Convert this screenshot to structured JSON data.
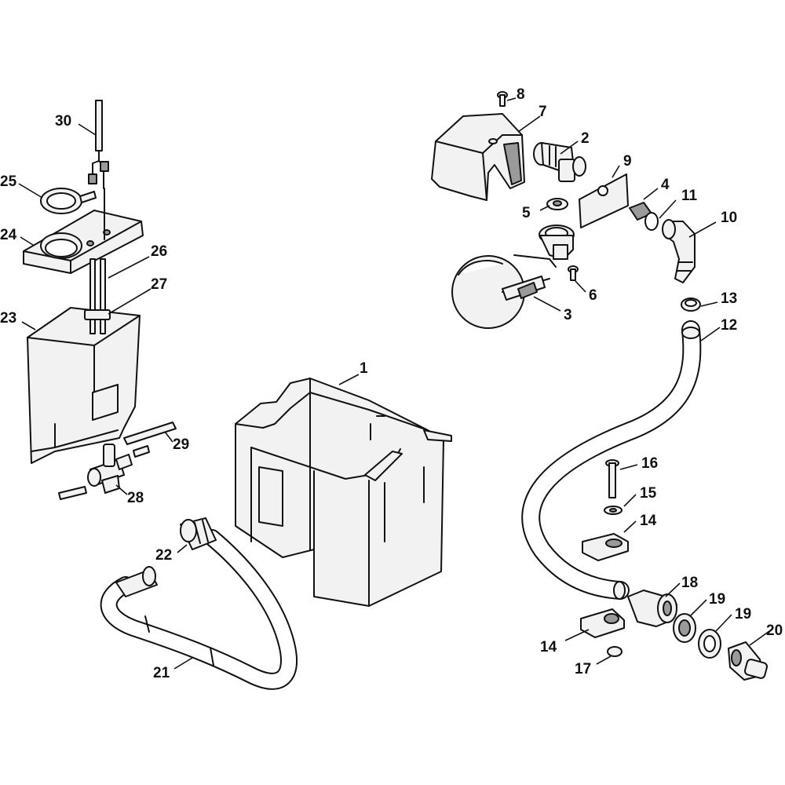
{
  "callouts": [
    {
      "id": "c1",
      "label": "1"
    },
    {
      "id": "c2",
      "label": "2"
    },
    {
      "id": "c3",
      "label": "3"
    },
    {
      "id": "c4",
      "label": "4"
    },
    {
      "id": "c5",
      "label": "5"
    },
    {
      "id": "c6",
      "label": "6"
    },
    {
      "id": "c7",
      "label": "7"
    },
    {
      "id": "c8",
      "label": "8"
    },
    {
      "id": "c9",
      "label": "9"
    },
    {
      "id": "c10",
      "label": "10"
    },
    {
      "id": "c11",
      "label": "11"
    },
    {
      "id": "c12",
      "label": "12"
    },
    {
      "id": "c13",
      "label": "13"
    },
    {
      "id": "c14a",
      "label": "14"
    },
    {
      "id": "c14b",
      "label": "14"
    },
    {
      "id": "c15",
      "label": "15"
    },
    {
      "id": "c16",
      "label": "16"
    },
    {
      "id": "c17",
      "label": "17"
    },
    {
      "id": "c18",
      "label": "18"
    },
    {
      "id": "c19a",
      "label": "19"
    },
    {
      "id": "c19b",
      "label": "19"
    },
    {
      "id": "c20",
      "label": "20"
    },
    {
      "id": "c21",
      "label": "21"
    },
    {
      "id": "c22",
      "label": "22"
    },
    {
      "id": "c23",
      "label": "23"
    },
    {
      "id": "c24",
      "label": "24"
    },
    {
      "id": "c25",
      "label": "25"
    },
    {
      "id": "c26",
      "label": "26"
    },
    {
      "id": "c27",
      "label": "27"
    },
    {
      "id": "c28",
      "label": "28"
    },
    {
      "id": "c29",
      "label": "29"
    },
    {
      "id": "c30",
      "label": "30"
    }
  ]
}
